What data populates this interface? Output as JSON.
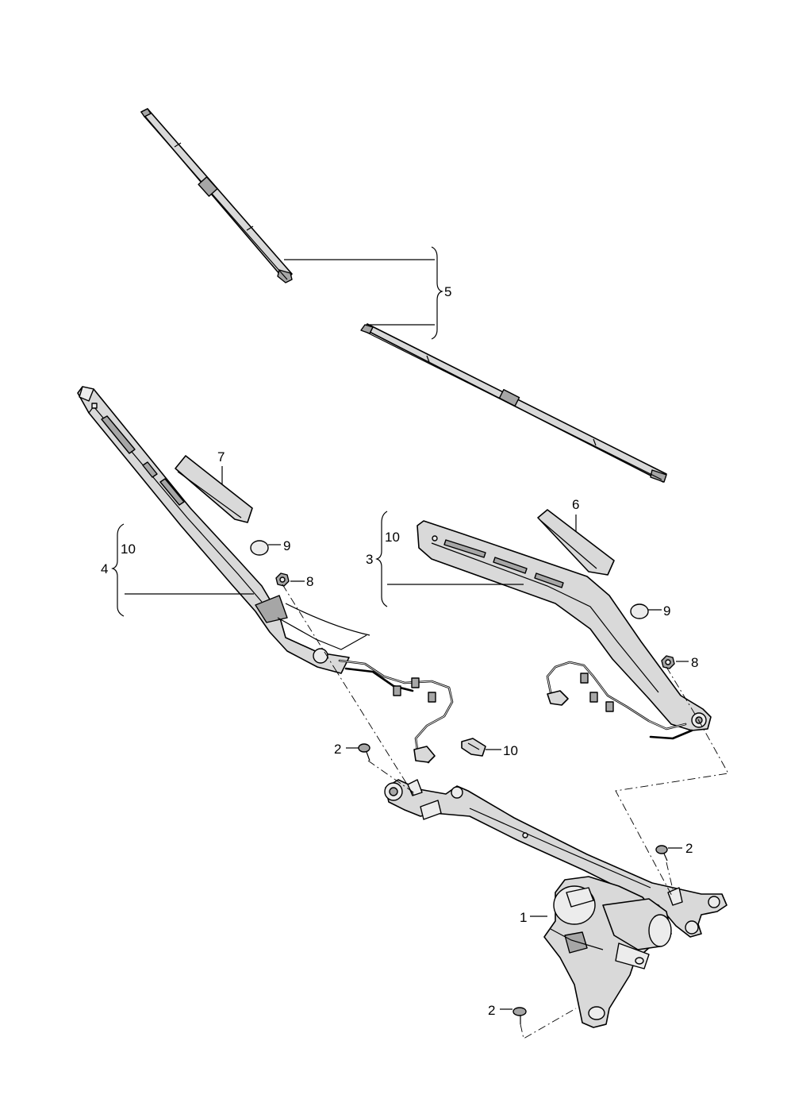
{
  "callouts": {
    "c1": "1",
    "c2a": "2",
    "c2b": "2",
    "c2c": "2",
    "c3": "3",
    "c3_10": "10",
    "c4": "4",
    "c4_10": "10",
    "c5": "5",
    "c6": "6",
    "c7": "7",
    "c8a": "8",
    "c8b": "8",
    "c9a": "9",
    "c9b": "9",
    "c10": "10"
  },
  "colors": {
    "line": "#000000",
    "part_fill": "#d9d9d9",
    "part_shadow": "#a6a6a6",
    "background": "#ffffff"
  }
}
